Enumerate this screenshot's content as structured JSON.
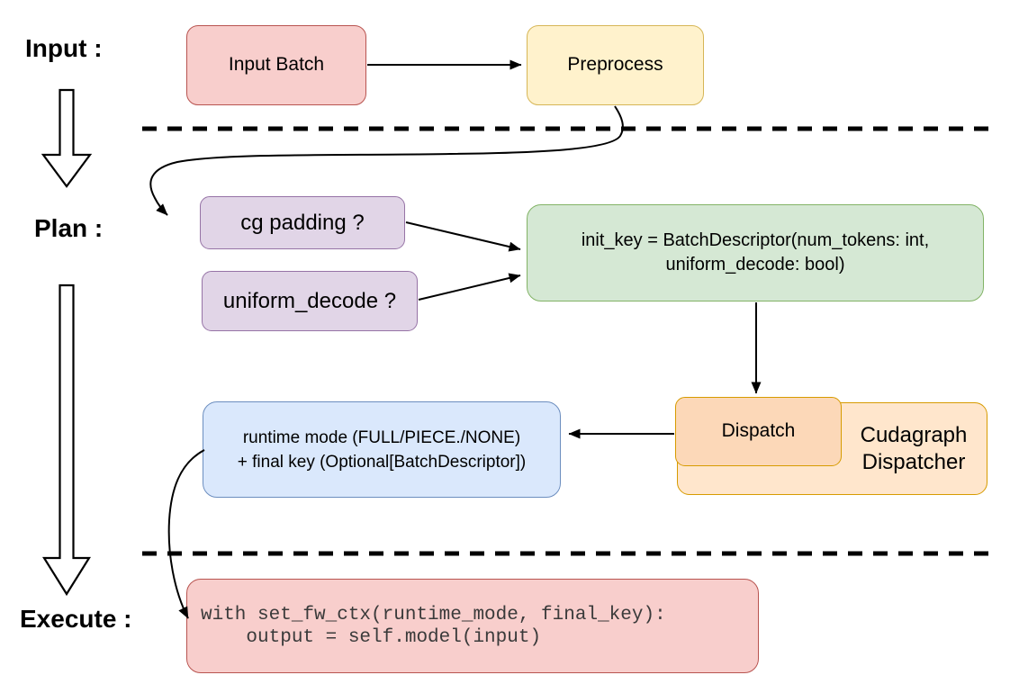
{
  "stages": {
    "input_label": "Input :",
    "plan_label": "Plan :",
    "execute_label": "Execute :"
  },
  "nodes": {
    "input_batch": {
      "label": "Input Batch",
      "fill": "#f8cecc",
      "border": "#b85450"
    },
    "preprocess": {
      "label": "Preprocess",
      "fill": "#fff2cc",
      "border": "#d6b656"
    },
    "cg_padding": {
      "label": "cg padding ?",
      "fill": "#e1d5e7",
      "border": "#9673a6"
    },
    "uniform_decode": {
      "label": "uniform_decode ?",
      "fill": "#e1d5e7",
      "border": "#9673a6"
    },
    "init_key": {
      "line1": "init_key = BatchDescriptor(num_tokens: int,",
      "line2": "uniform_decode: bool)",
      "fill": "#d5e8d4",
      "border": "#82b366"
    },
    "runtime_mode": {
      "line1": "runtime mode (FULL/PIECE./NONE)",
      "line2": "+ final key (Optional[BatchDescriptor])",
      "fill": "#dae8fc",
      "border": "#6c8ebf"
    },
    "dispatch": {
      "label": "Dispatch",
      "fill": "#fcd8b8",
      "border": "#d79b00"
    },
    "cudagraph_dispatcher": {
      "line1": "Cudagraph",
      "line2": "Dispatcher",
      "fill": "#ffe6cc",
      "border": "#d79b00"
    },
    "execute_code": {
      "line1": "with set_fw_ctx(runtime_mode, final_key):",
      "line2": "    output = self.model(input)",
      "fill": "#f8cecc",
      "border": "#b85450",
      "text_color": "#3a3a3a"
    }
  },
  "connector_color": "#000000"
}
